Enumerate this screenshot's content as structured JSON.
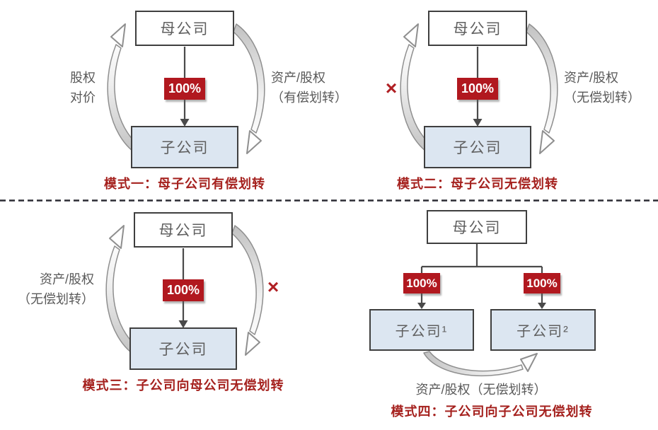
{
  "palette": {
    "badge_red": "#b1181f",
    "caption_red": "#a5211e",
    "cross_red": "#b02024",
    "box_border": "#3f3f3f",
    "subsidiary_fill": "#dce6f1",
    "label_gray": "#595959",
    "arrow_gray": "#8f8f8f"
  },
  "modes": [
    {
      "caption": "模式一：母子公司有偿划转",
      "parent_label": "母公司",
      "subsidiary_label": "子公司",
      "ownership": "100%",
      "left_arrow": {
        "direction": "subsidiary-to-parent",
        "label_lines": [
          "股权",
          "对价"
        ]
      },
      "right_arrow": {
        "direction": "parent-to-subsidiary",
        "label_lines": [
          "资产/股权",
          "（有偿划转）"
        ]
      }
    },
    {
      "caption": "模式二：母子公司无偿划转",
      "parent_label": "母公司",
      "subsidiary_label": "子公司",
      "ownership": "100%",
      "left_arrow": {
        "direction": "subsidiary-to-parent",
        "crossed": true,
        "cross_symbol": "×"
      },
      "right_arrow": {
        "direction": "parent-to-subsidiary",
        "label_lines": [
          "资产/股权",
          "（无偿划转）"
        ]
      }
    },
    {
      "caption": "模式三：子公司向母公司无偿划转",
      "parent_label": "母公司",
      "subsidiary_label": "子公司",
      "ownership": "100%",
      "left_arrow": {
        "direction": "subsidiary-to-parent",
        "label_lines": [
          "资产/股权",
          "（无偿划转）"
        ]
      },
      "right_arrow": {
        "direction": "parent-to-subsidiary",
        "crossed": true,
        "cross_symbol": "×"
      }
    },
    {
      "caption": "模式四：子公司向子公司无偿划转",
      "parent_label": "母公司",
      "subsidiary1_label": "子公司¹",
      "subsidiary2_label": "子公司²",
      "ownership1": "100%",
      "ownership2": "100%",
      "transfer_label": "资产/股权（无偿划转）",
      "transfer_direction": "subsidiary1-to-subsidiary2"
    }
  ]
}
